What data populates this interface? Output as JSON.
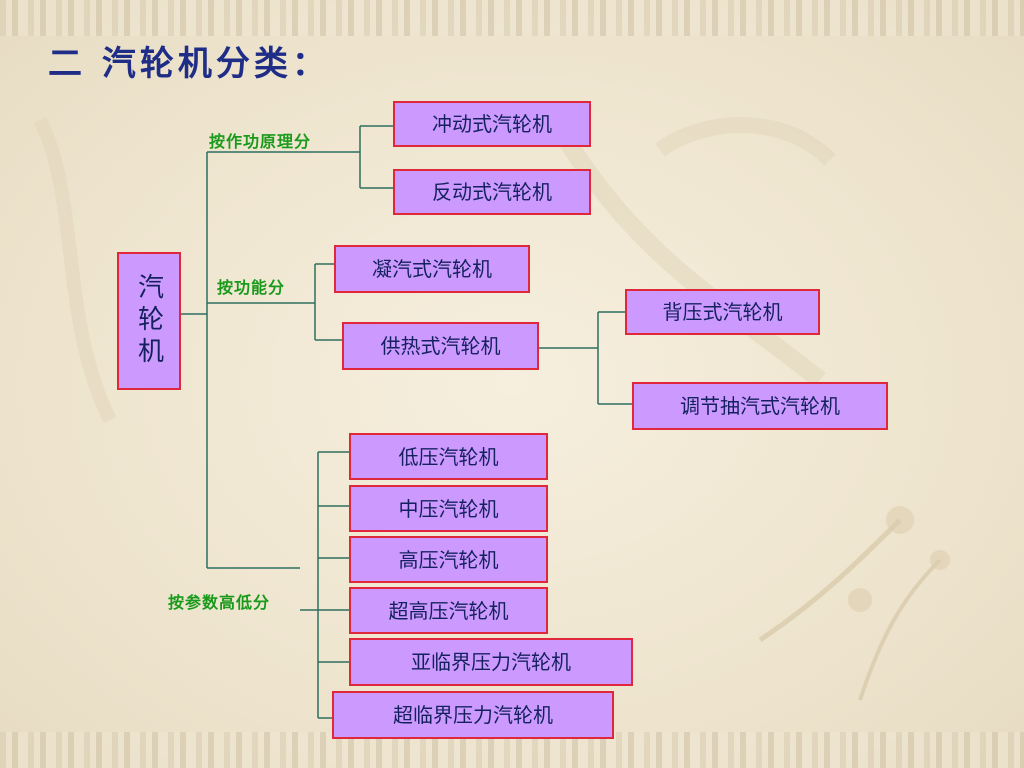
{
  "title": "二 汽轮机分类：",
  "root": "汽轮机",
  "categories": {
    "principle": "按作功原理分",
    "function": "按功能分",
    "parameters": "按参数高低分"
  },
  "boxes": {
    "impulse": "冲动式汽轮机",
    "reaction": "反动式汽轮机",
    "condensing": "凝汽式汽轮机",
    "heating": "供热式汽轮机",
    "backpressure": "背压式汽轮机",
    "extraction": "调节抽汽式汽轮机",
    "low": "低压汽轮机",
    "medium": "中压汽轮机",
    "high": "高压汽轮机",
    "ultrahigh": "超高压汽轮机",
    "subcritical": "亚临界压力汽轮机",
    "supercritical": "超临界压力汽轮机"
  },
  "colors": {
    "box_fill": "#cc99ff",
    "box_border": "#e0283c",
    "title": "#1f2d86",
    "category_text": "#1a9a1a",
    "connector": "#2f6f5f"
  }
}
